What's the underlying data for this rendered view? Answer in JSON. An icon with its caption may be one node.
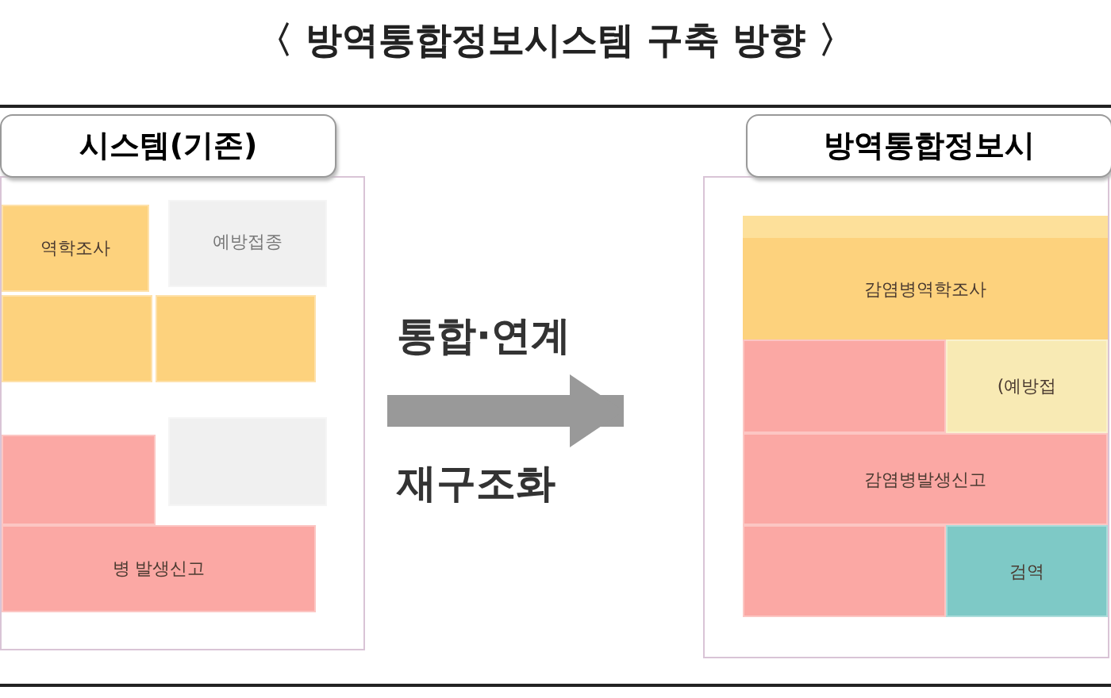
{
  "diagram": {
    "title": "〈 방역통합정보시스템 구축 방향 〉",
    "nodes": [
      {
        "text": [
          "시스템(기존)"
        ]
      },
      {
        "text": [
          "역학조사"
        ],
        "in": 0
      },
      {
        "text": [
          "예방접종"
        ],
        "in": 0
      },
      {
        "text": [],
        "shape": "box",
        "in": 0
      },
      {
        "text": [],
        "shape": "box",
        "in": 0
      },
      {
        "text": [],
        "shape": "box",
        "in": 0
      },
      {
        "text": [],
        "shape": "box",
        "in": 0
      },
      {
        "text": [
          "병 발생신고"
        ],
        "in": 0
      },
      {
        "text": [
          "방역통합정보시"
        ]
      },
      {
        "text": [
          "감염병역학조사"
        ],
        "in": 8
      },
      {
        "text": [],
        "shape": "box",
        "in": 8
      },
      {
        "text": [
          "(예방접"
        ],
        "in": 8
      },
      {
        "text": [
          "감염병발생신고"
        ],
        "in": 8
      },
      {
        "text": [],
        "shape": "box",
        "in": 8
      },
      {
        "text": [
          "검역"
        ],
        "in": 8
      }
    ],
    "edges": [
      {
        "from": 0,
        "to": 8,
        "arrow": "to"
      }
    ],
    "labels": [
      "통합·연계",
      "재구조화"
    ]
  }
}
